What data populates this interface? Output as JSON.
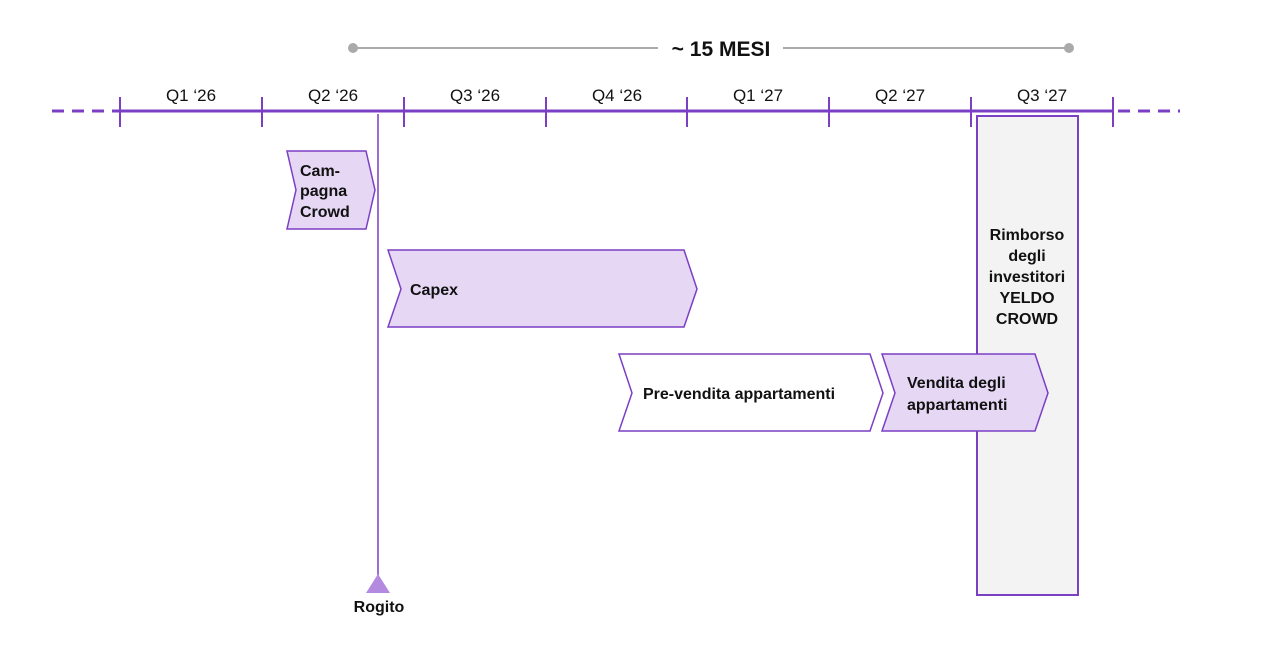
{
  "duration": {
    "label": "~ 15 MESI"
  },
  "quarters": [
    "Q1 ‘26",
    "Q2 ‘26",
    "Q3 ‘26",
    "Q4 ‘26",
    "Q1 ‘27",
    "Q2 ‘27",
    "Q3 ‘27"
  ],
  "phases": {
    "campagna": {
      "lines": [
        "Cam-",
        "pagna",
        "Crowd"
      ]
    },
    "capex": {
      "lines": [
        "Capex"
      ]
    },
    "prevendita": {
      "lines": [
        "Pre-vendita appartamenti"
      ]
    },
    "vendita": {
      "lines": [
        "Vendita degli",
        "appartamenti"
      ]
    },
    "rimborso": {
      "lines": [
        "Rimborso",
        "degli",
        "investitori",
        "YELDO",
        "CROWD"
      ]
    }
  },
  "milestone": {
    "label": "Rogito"
  },
  "colors": {
    "accent": "#7b3fc4",
    "fill_light": "#e6d7f5",
    "fill_grey": "#f3f3f3",
    "duration_line": "#aaaaaa",
    "milestone_marker": "#b48ae0"
  }
}
